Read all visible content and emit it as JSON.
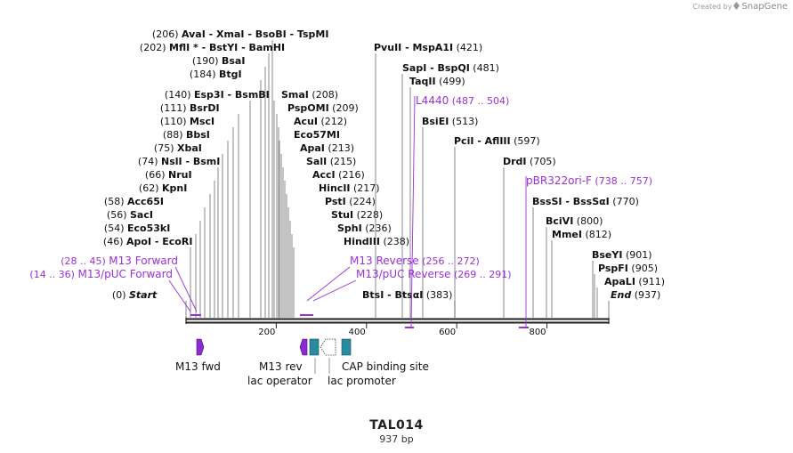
{
  "watermark": {
    "prefix": "Created by",
    "brand": "SnapGene"
  },
  "plasmid": {
    "name": "TAL014",
    "length_label": "937 bp",
    "length": 937
  },
  "colors": {
    "backbone": "#222222",
    "site_line": "#555555",
    "primer": "#9b30d9",
    "lac_operator": "#2a8a9e",
    "m13": "#8b2bd6",
    "label_text": "#111111"
  },
  "axis": {
    "ticks": [
      {
        "pos": 200,
        "label": "200"
      },
      {
        "pos": 400,
        "label": "400"
      },
      {
        "pos": 600,
        "label": "600"
      },
      {
        "pos": 800,
        "label": "800"
      }
    ]
  },
  "sites": [
    {
      "num": "(206)",
      "names": [
        "AvaI",
        "XmaI",
        "BsoBI",
        "TspMI"
      ],
      "pos": 206
    },
    {
      "num": "(202)",
      "names": [
        "MflI *",
        "BstYI",
        "BamHI"
      ],
      "pos": 202
    },
    {
      "num": "(190)",
      "names": [
        "BsaI"
      ],
      "pos": 190
    },
    {
      "num": "(184)",
      "names": [
        "BtgI"
      ],
      "pos": 184
    },
    {
      "num": "(140)",
      "names": [
        "Esp3I",
        "BsmBI"
      ],
      "pos": 140
    },
    {
      "num": "(111)",
      "names": [
        "BsrDI"
      ],
      "pos": 111
    },
    {
      "num": "(110)",
      "names": [
        "MscI"
      ],
      "pos": 110
    },
    {
      "num": "(88)",
      "names": [
        "BbsI"
      ],
      "pos": 88
    },
    {
      "num": "(75)",
      "names": [
        "XbaI"
      ],
      "pos": 75
    },
    {
      "num": "(74)",
      "names": [
        "NslI",
        "BsmI"
      ],
      "pos": 74
    },
    {
      "num": "(66)",
      "names": [
        "NruI"
      ],
      "pos": 66
    },
    {
      "num": "(62)",
      "names": [
        "KpnI"
      ],
      "pos": 62
    },
    {
      "num": "(58)",
      "names": [
        "Acc65I"
      ],
      "pos": 58
    },
    {
      "num": "(56)",
      "names": [
        "SacI"
      ],
      "pos": 56
    },
    {
      "num": "(54)",
      "names": [
        "Eco53kI"
      ],
      "pos": 54
    },
    {
      "num": "(46)",
      "names": [
        "ApoI",
        "EcoRI"
      ],
      "pos": 46
    },
    {
      "num": "(0)",
      "names": [
        "Start"
      ],
      "pos": 0,
      "italic": true
    },
    {
      "num": "(208)",
      "names": [
        "SmaI"
      ],
      "pos": 208
    },
    {
      "num": "(209)",
      "names": [
        "PspOMI"
      ],
      "pos": 209
    },
    {
      "num": "(212)",
      "names": [
        "AcuI"
      ],
      "pos": 212
    },
    {
      "num": "",
      "names": [
        "Eco57MI"
      ],
      "pos": 212
    },
    {
      "num": "(213)",
      "names": [
        "ApaI"
      ],
      "pos": 213
    },
    {
      "num": "(215)",
      "names": [
        "SalI"
      ],
      "pos": 215
    },
    {
      "num": "(216)",
      "names": [
        "AccI"
      ],
      "pos": 216
    },
    {
      "num": "(217)",
      "names": [
        "HincII"
      ],
      "pos": 217
    },
    {
      "num": "(224)",
      "names": [
        "PstI"
      ],
      "pos": 224
    },
    {
      "num": "(228)",
      "names": [
        "StuI"
      ],
      "pos": 228
    },
    {
      "num": "(236)",
      "names": [
        "SphI"
      ],
      "pos": 236
    },
    {
      "num": "(238)",
      "names": [
        "HindIII"
      ],
      "pos": 238
    },
    {
      "num": "(421)",
      "names": [
        "PvuII",
        "MspA1I"
      ],
      "pos": 421
    },
    {
      "num": "(481)",
      "names": [
        "SapI",
        "BspQI"
      ],
      "pos": 481
    },
    {
      "num": "(499)",
      "names": [
        "TaqII"
      ],
      "pos": 499
    },
    {
      "num": "(513)",
      "names": [
        "BsiEI"
      ],
      "pos": 513
    },
    {
      "num": "(597)",
      "names": [
        "PciI",
        "AflIII"
      ],
      "pos": 597
    },
    {
      "num": "(705)",
      "names": [
        "DrdI"
      ],
      "pos": 705
    },
    {
      "num": "(770)",
      "names": [
        "BssSI",
        "BssSαI"
      ],
      "pos": 770
    },
    {
      "num": "(800)",
      "names": [
        "BciVI"
      ],
      "pos": 800
    },
    {
      "num": "(812)",
      "names": [
        "MmeI"
      ],
      "pos": 812
    },
    {
      "num": "(901)",
      "names": [
        "BseYI"
      ],
      "pos": 901
    },
    {
      "num": "(905)",
      "names": [
        "PspFI"
      ],
      "pos": 905
    },
    {
      "num": "(911)",
      "names": [
        "ApaLI"
      ],
      "pos": 911
    },
    {
      "num": "(937)",
      "names": [
        "End"
      ],
      "pos": 937,
      "italic": true
    },
    {
      "num": "(383)",
      "names": [
        "BtsI",
        "BtsαI"
      ],
      "pos": 383
    }
  ],
  "primers": [
    {
      "name": "M13 Forward",
      "range": "(28 .. 45)",
      "start": 28,
      "end": 45
    },
    {
      "name": "M13/pUC Forward",
      "range": "(14 .. 36)",
      "start": 14,
      "end": 36
    },
    {
      "name": "M13 Reverse",
      "range": "(256 .. 272)",
      "start": 256,
      "end": 272
    },
    {
      "name": "M13/pUC Reverse",
      "range": "(269 .. 291)",
      "start": 269,
      "end": 291
    },
    {
      "name": "L4440",
      "range": "(487 .. 504)",
      "start": 487,
      "end": 504
    },
    {
      "name": "pBR322ori-F",
      "range": "(738 .. 757)",
      "start": 738,
      "end": 757
    }
  ],
  "features": [
    {
      "name": "M13 fwd",
      "type": "arrow-right",
      "color": "#8b2bd6"
    },
    {
      "name": "M13 rev",
      "type": "arrow-left",
      "color": "#8b2bd6"
    },
    {
      "name": "lac operator",
      "type": "box",
      "color": "#2a8a9e"
    },
    {
      "name": "lac promoter",
      "type": "arrow-left-outline",
      "color": "#ffffff"
    },
    {
      "name": "CAP binding site",
      "type": "box",
      "color": "#2a8a9e"
    }
  ]
}
